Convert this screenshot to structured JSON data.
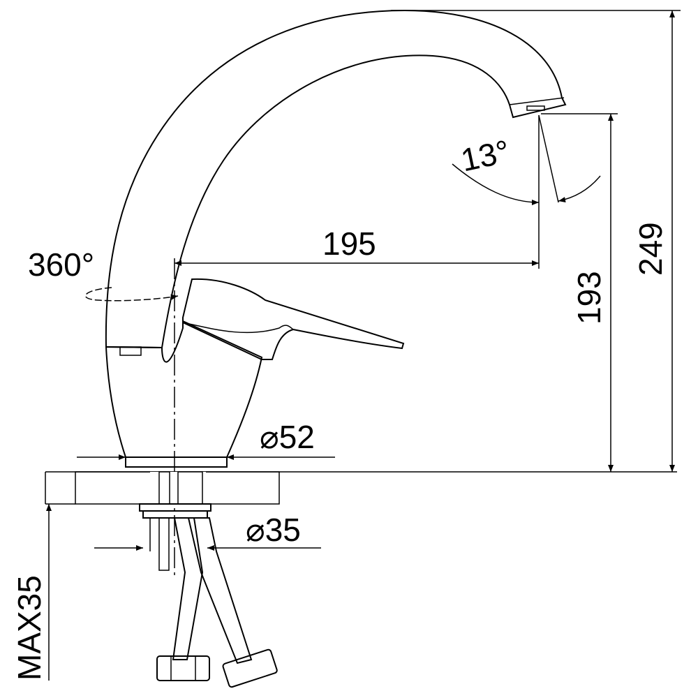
{
  "drawing": {
    "labels": {
      "rotation": "360°",
      "reach": "195",
      "spout_angle": "13°",
      "spout_height": "193",
      "total_height": "249",
      "base_diameter": "⌀52",
      "shank_diameter": "⌀35",
      "max_counter": "MAX35"
    },
    "colors": {
      "line": "#000000",
      "background": "#ffffff"
    }
  }
}
